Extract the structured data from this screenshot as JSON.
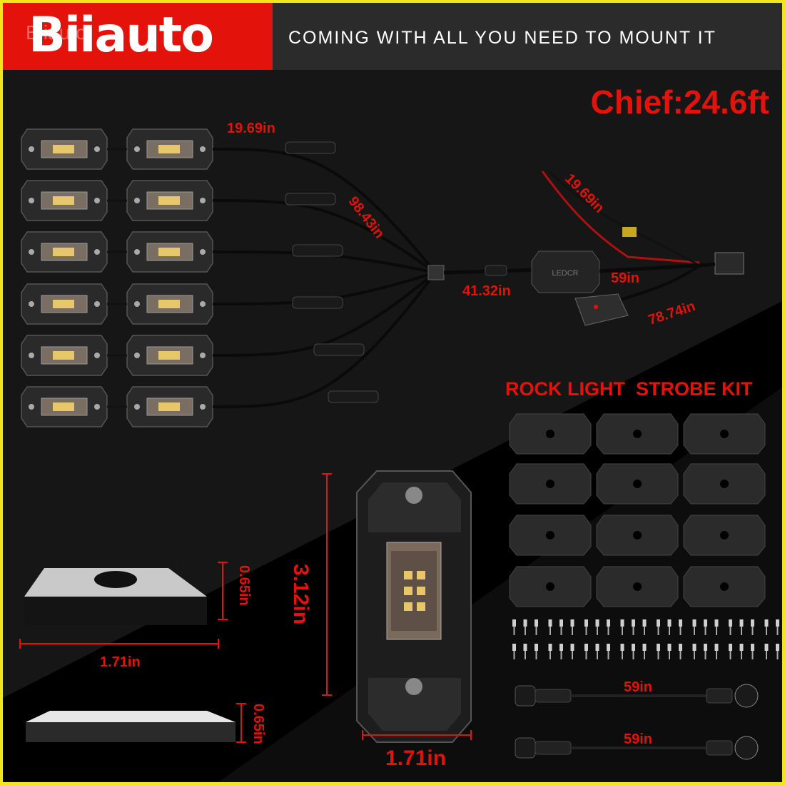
{
  "brand": {
    "name": "Biiauto",
    "watermark": "Biiauto"
  },
  "tagline": "COMING WITH ALL YOU NEED TO MOUNT IT",
  "chief_label": "Chief:24.6ft",
  "cable_labels": {
    "pod_lead": "19.69in",
    "splitter": "98.43in",
    "extension": "41.32in",
    "power": "19.69in",
    "controller": "59in",
    "switch": "78.74in"
  },
  "kit_title": "ROCK LIGHT  STROBE KIT",
  "dimensions": {
    "base_height": "0.65in",
    "base_width": "1.71in",
    "plate_height": "0.65in",
    "pod_height": "3.12in",
    "pod_width": "1.71in"
  },
  "extension_cables": [
    {
      "length": "59in"
    },
    {
      "length": "59in"
    }
  ],
  "controller_label": "LEDCR",
  "colors": {
    "accent": "#e3120b",
    "frame": "#f2e61a",
    "tagline_bg": "#2b2b2b"
  }
}
